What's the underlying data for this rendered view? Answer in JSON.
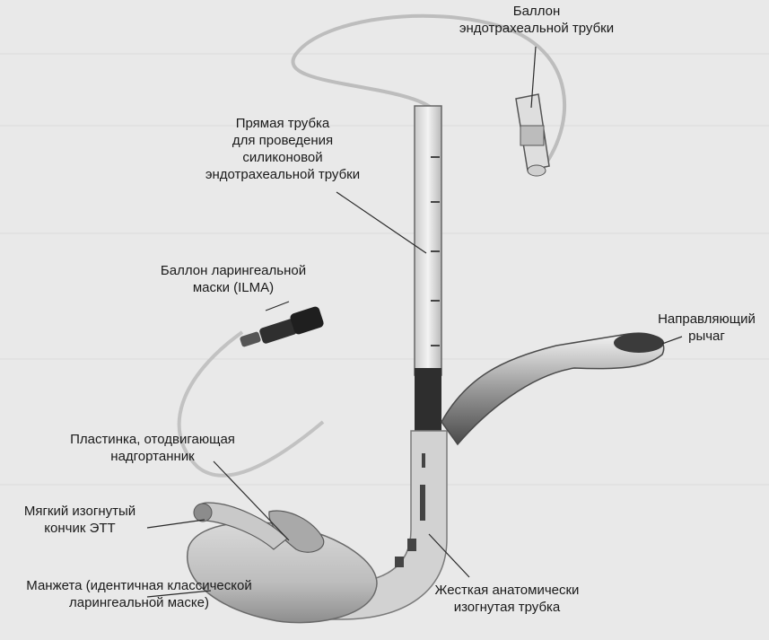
{
  "labels": {
    "ett_balloon": [
      "Баллон",
      "эндотрахеальной трубки"
    ],
    "straight_tube": [
      "Прямая трубка",
      "для проведения",
      "силиконовой",
      "эндотрахеальной трубки"
    ],
    "ilma_balloon": [
      "Баллон ларингеальной",
      "маски (ILMA)"
    ],
    "guide_lever": [
      "Направляющий",
      "рычаг"
    ],
    "epiglottis_plate": [
      "Пластинка, отодвигающая",
      "надгортанник"
    ],
    "soft_tip": [
      "Мягкий изогнутый",
      "кончик ЭТТ"
    ],
    "cuff": [
      "Манжета (идентичная классической",
      "ларингеальной маске)"
    ],
    "rigid_tube": [
      "Жесткая анатомически",
      "изогнутая трубка"
    ]
  },
  "colors": {
    "background": "#e9e9e9",
    "tube_light": "#d8d8d8",
    "tube_dark": "#3a3a3a",
    "metal": "#8a8a8a",
    "line": "#2a2a2a"
  }
}
